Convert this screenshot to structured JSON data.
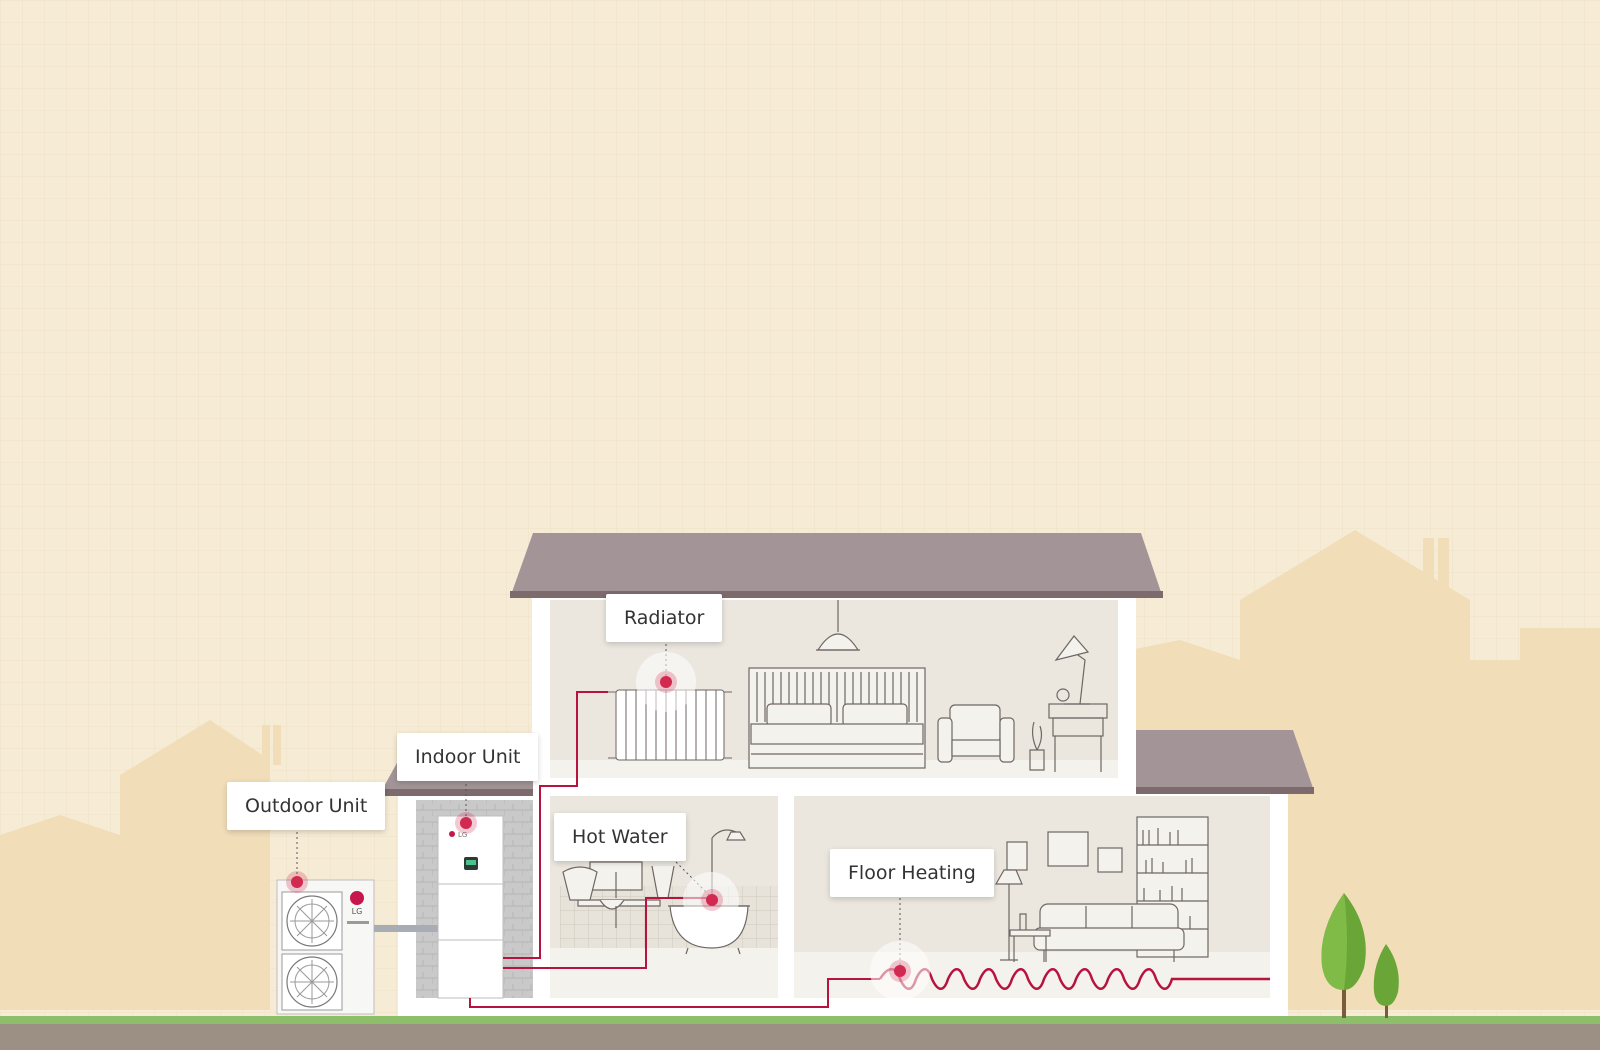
{
  "labels": {
    "outdoor_unit": "Outdoor Unit",
    "indoor_unit": "Indoor Unit",
    "radiator": "Radiator",
    "hot_water": "Hot Water",
    "floor_heating": "Floor Heating"
  },
  "brand": {
    "logo_text": "LG"
  },
  "colors": {
    "sky": "#f6ecd6",
    "roof": "#a39597",
    "roof_edge": "#7c6a6d",
    "wall": "#ffffff",
    "room": "#ebe7df",
    "pipe": "#b8123f",
    "accent_dot": "#d1294f",
    "grass": "#8dbf6a",
    "ground": "#9c9085",
    "tree": "#6aa537"
  }
}
